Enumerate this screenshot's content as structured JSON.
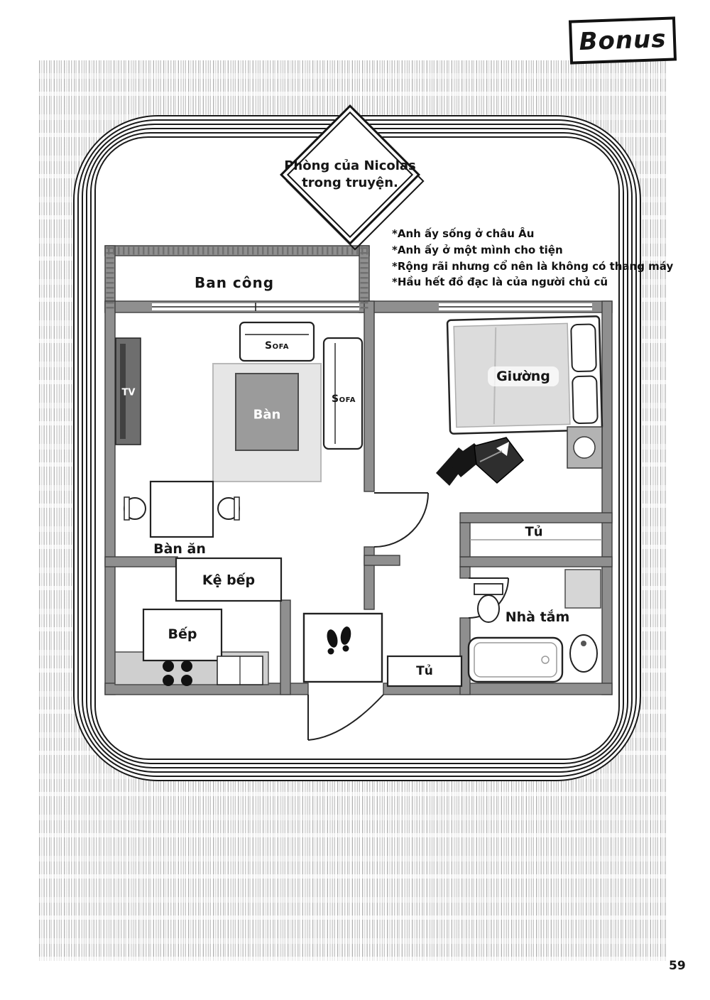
{
  "page": {
    "bonus_label": "Bonus",
    "page_number": "59"
  },
  "title": {
    "line1": "Phòng của Nicolas",
    "line2": "trong truyện."
  },
  "notes": [
    "*Anh ấy sống ở châu Âu",
    "*Anh ấy ở một mình cho tiện",
    "*Rộng rãi nhưng cổ nên là không có thang máy",
    "*Hầu hết đồ đạc là của người chủ cũ"
  ],
  "floor_plan": {
    "balcony": "Ban công",
    "sofa_top": "Sofa",
    "sofa_side": "Sofa",
    "tv": "TV",
    "table": "Bàn",
    "bed": "Giường",
    "dining_table": "Bàn ăn",
    "closet": "Tủ",
    "kitchen_shelf": "Kệ bếp",
    "kitchen": "Bếp",
    "bathroom": "Nhà tắm",
    "entry_cabinet": "Tủ"
  }
}
